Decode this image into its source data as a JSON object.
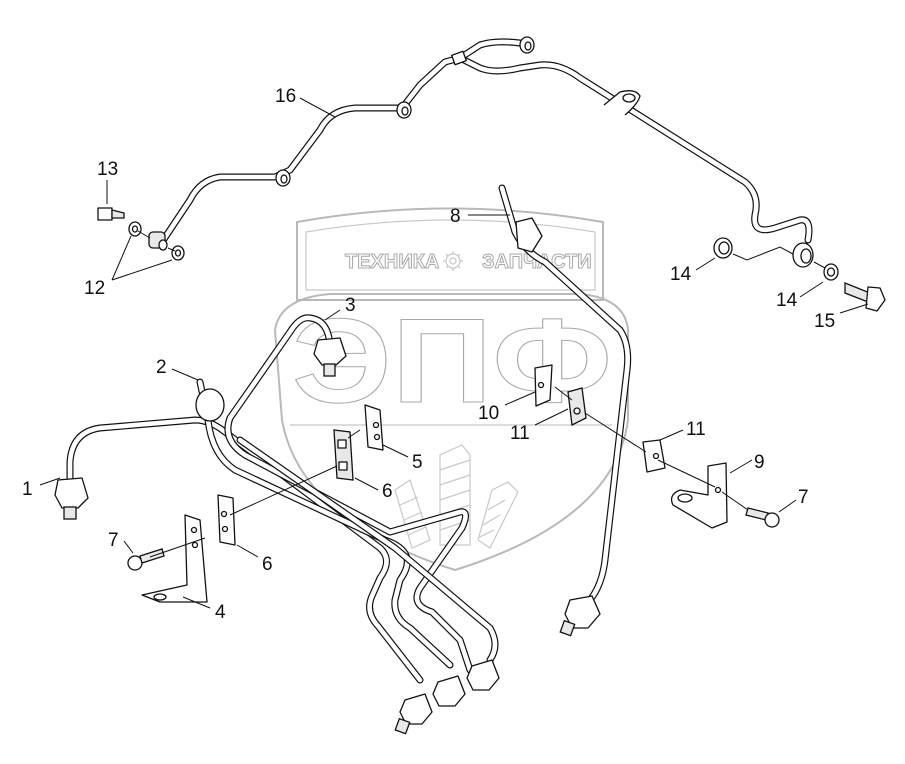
{
  "diagram": {
    "title": "Fuel injection lines assembly",
    "watermark": {
      "top_left": "ТЕХНИКА",
      "top_right": "ЗАПЧАСТИ",
      "gear_icon": "gear-icon",
      "logo_letters": "ЭПФ"
    },
    "callouts": [
      {
        "id": "c1",
        "label": "1"
      },
      {
        "id": "c2",
        "label": "2"
      },
      {
        "id": "c3",
        "label": "3"
      },
      {
        "id": "c4",
        "label": "4"
      },
      {
        "id": "c5",
        "label": "5"
      },
      {
        "id": "c6a",
        "label": "6"
      },
      {
        "id": "c6b",
        "label": "6"
      },
      {
        "id": "c7a",
        "label": "7"
      },
      {
        "id": "c7b",
        "label": "7"
      },
      {
        "id": "c8",
        "label": "8"
      },
      {
        "id": "c9",
        "label": "9"
      },
      {
        "id": "c10",
        "label": "10"
      },
      {
        "id": "c11a",
        "label": "11"
      },
      {
        "id": "c11b",
        "label": "11"
      },
      {
        "id": "c12",
        "label": "12"
      },
      {
        "id": "c13",
        "label": "13"
      },
      {
        "id": "c14a",
        "label": "14"
      },
      {
        "id": "c14b",
        "label": "14"
      },
      {
        "id": "c15",
        "label": "15"
      },
      {
        "id": "c16",
        "label": "16"
      }
    ]
  }
}
